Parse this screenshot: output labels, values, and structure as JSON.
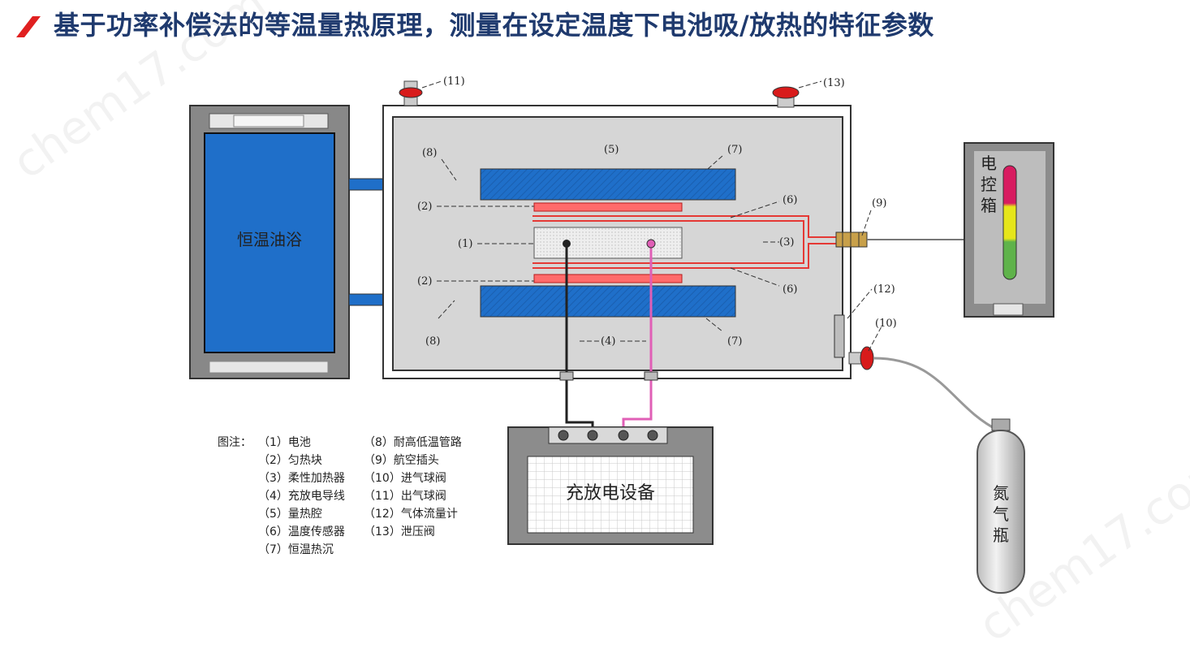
{
  "header": {
    "title": "基于功率补偿法的等温量热原理，测量在设定温度下电池吸/放热的特征参数",
    "accent_color": "#e02020",
    "title_color": "#1f3a6e"
  },
  "diagram": {
    "oil_bath_label": "恒温油浴",
    "control_box_label": [
      "电",
      "控",
      "箱"
    ],
    "charger_label": "充放电设备",
    "nitrogen_label": [
      "氮",
      "气",
      "瓶"
    ],
    "callouts": {
      "c1": "(1)",
      "c2a": "(2)",
      "c2b": "(2)",
      "c3": "(3)",
      "c4": "(4)",
      "c5": "(5)",
      "c6a": "(6)",
      "c6b": "(6)",
      "c7a": "(7)",
      "c7b": "(7)",
      "c8a": "(8)",
      "c8b": "(8)",
      "c9": "(9)",
      "c10": "(10)",
      "c11": "(11)",
      "c12": "(12)",
      "c13": "(13)"
    },
    "colors": {
      "oil_bath_blue": "#1f6fc9",
      "heat_sink_blue": "#1f6fc9",
      "heater_red": "#ff6b6b",
      "sensor_red": "#e53935",
      "wire_pink": "#e05fb6",
      "valve_red": "#d81b1b",
      "gauge_red": "#d81b60",
      "gauge_yellow": "#e6e61a",
      "gauge_green": "#5fb34a"
    }
  },
  "legend": {
    "title": "图注：",
    "left": [
      "（1）电池",
      "（2）匀热块",
      "（3）柔性加热器",
      "（4）充放电导线",
      "（5）量热腔",
      "（6）温度传感器",
      "（7）恒温热沉"
    ],
    "right": [
      "（8）耐高低温管路",
      "（9）航空插头",
      "（10）进气球阀",
      "（11）出气球阀",
      "（12）气体流量计",
      "（13）泄压阀"
    ]
  },
  "watermarks": [
    "chem17.com",
    "chem17.com"
  ]
}
